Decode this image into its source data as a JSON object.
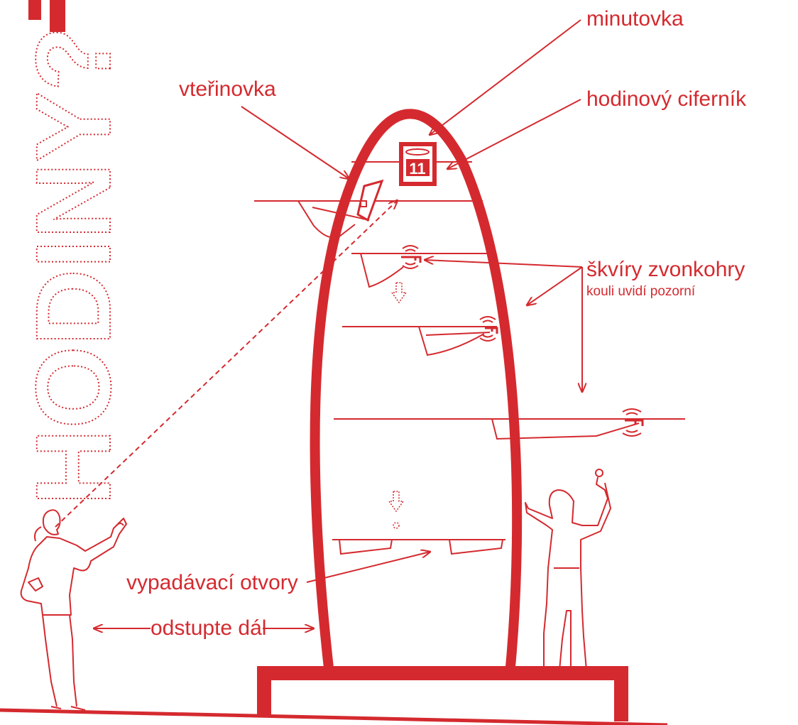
{
  "colors": {
    "accent": "#d42a2f",
    "background": "#ffffff"
  },
  "title": "HODINY?",
  "labels": {
    "minutovka": "minutovka",
    "vterinovka": "vteřinovka",
    "hodinovy_cifernik": "hodinový ciferník",
    "skviry_zvonkohry": "škvíry zvonkohry",
    "skviry_note": "kouli uvidí pozorní",
    "vypadavaci_otvory": "vypadávací otvory",
    "odstupte_dal": "odstupte dál",
    "clock_number": "11"
  },
  "icons": [
    "arrow-icon",
    "bell-ring-icon",
    "down-arrow-icon",
    "ball-icon",
    "woman-figure-icon",
    "man-figure-icon"
  ]
}
